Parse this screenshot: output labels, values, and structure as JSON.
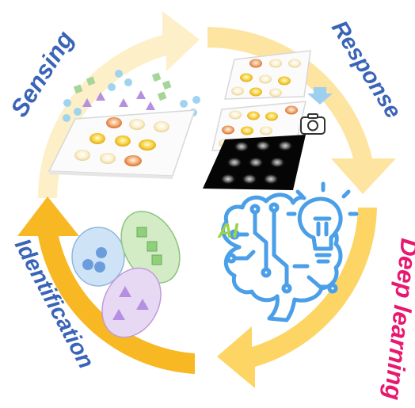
{
  "diagram": {
    "stages": [
      {
        "label": "Sensing",
        "color": "#3a64b8"
      },
      {
        "label": "Response",
        "color": "#3a64b8"
      },
      {
        "label": "Deep learning",
        "color": "#e8176f"
      },
      {
        "label": "Identification",
        "color": "#3a64b8"
      }
    ],
    "ai_label": "AI",
    "colors": {
      "arrow_light": "#fde9b4",
      "arrow_mid": "#fbd66b",
      "arrow_strong": "#f6b31a",
      "brain_outline": "#4a9fe8",
      "ai_text": "#9bd34a",
      "cluster_blue": "#cfe3f6",
      "cluster_green": "#d4ecc6",
      "cluster_purple": "#e7d9f3"
    }
  }
}
